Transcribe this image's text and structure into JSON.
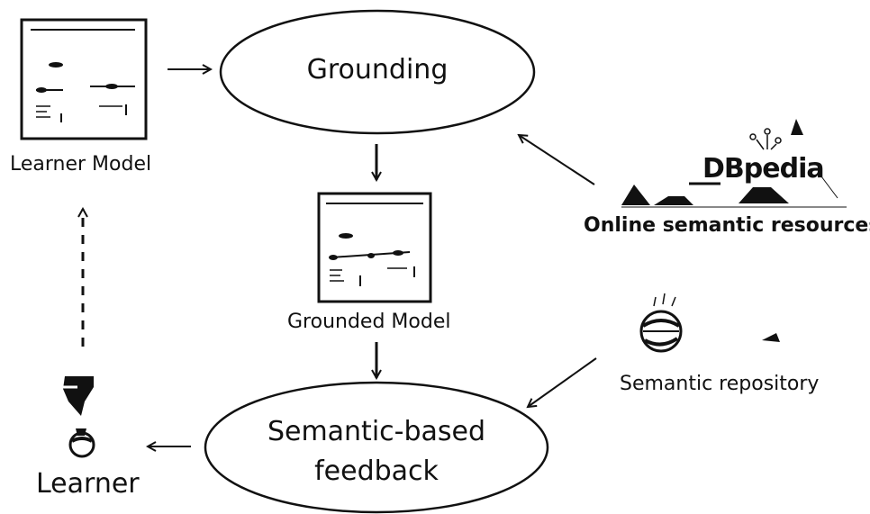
{
  "nodes": {
    "grounding": {
      "label": "Grounding"
    },
    "feedback": {
      "line1": "Semantic-based",
      "line2": "feedback"
    },
    "learner_model": {
      "label": "Learner Model"
    },
    "grounded_model": {
      "label": "Grounded Model"
    },
    "online_resources": {
      "label": "Online semantic resources",
      "logo_text": "DBpedia"
    },
    "semantic_repository": {
      "label": "Semantic repository"
    },
    "learner": {
      "label": "Learner"
    }
  },
  "colors": {
    "ink": "#111111",
    "background": "#ffffff"
  }
}
